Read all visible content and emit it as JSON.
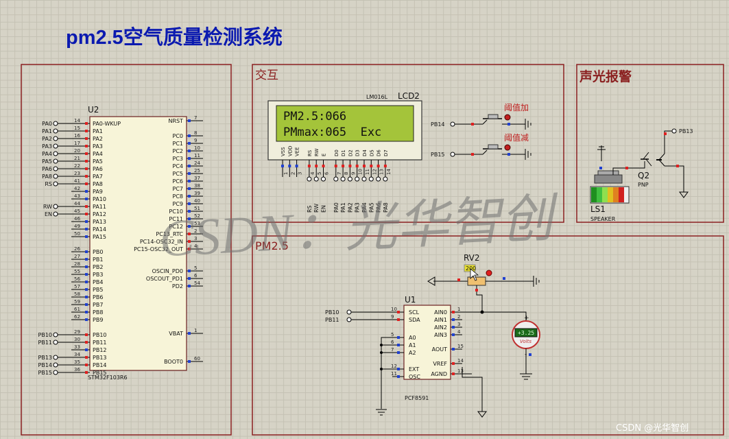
{
  "title": "pm2.5空气质量检测系统",
  "watermark": "CSDN：光华智创",
  "footer": "CSDN @光华智创",
  "panels": {
    "interaction": "交互",
    "alarm": "声光报警",
    "pm": "PM2.5"
  },
  "mcu": {
    "ref": "U2",
    "part": "STM32F103R6",
    "left_pins": [
      {
        "n": "14",
        "name": "PA0-WKUP",
        "net": "PA0"
      },
      {
        "n": "15",
        "name": "PA1",
        "net": "PA1"
      },
      {
        "n": "16",
        "name": "PA2",
        "net": "PA2"
      },
      {
        "n": "17",
        "name": "PA3",
        "net": "PA3"
      },
      {
        "n": "20",
        "name": "PA4",
        "net": "PA4"
      },
      {
        "n": "21",
        "name": "PA5",
        "net": "PA5"
      },
      {
        "n": "22",
        "name": "PA6",
        "net": "PA6"
      },
      {
        "n": "23",
        "name": "PA7",
        "net": "PA8"
      },
      {
        "n": "41",
        "name": "PA8",
        "net": "RS"
      },
      {
        "n": "42",
        "name": "PA9",
        "net": ""
      },
      {
        "n": "43",
        "name": "PA10",
        "net": ""
      },
      {
        "n": "44",
        "name": "PA11",
        "net": "RW"
      },
      {
        "n": "45",
        "name": "PA12",
        "net": "EN"
      },
      {
        "n": "46",
        "name": "PA13",
        "net": ""
      },
      {
        "n": "49",
        "name": "PA14",
        "net": ""
      },
      {
        "n": "50",
        "name": "PA15",
        "net": ""
      },
      {
        "n": "26",
        "name": "PB0",
        "net": ""
      },
      {
        "n": "27",
        "name": "PB1",
        "net": ""
      },
      {
        "n": "28",
        "name": "PB2",
        "net": ""
      },
      {
        "n": "55",
        "name": "PB3",
        "net": ""
      },
      {
        "n": "56",
        "name": "PB4",
        "net": ""
      },
      {
        "n": "57",
        "name": "PB5",
        "net": ""
      },
      {
        "n": "58",
        "name": "PB6",
        "net": ""
      },
      {
        "n": "59",
        "name": "PB7",
        "net": ""
      },
      {
        "n": "61",
        "name": "PB8",
        "net": ""
      },
      {
        "n": "62",
        "name": "PB9",
        "net": ""
      },
      {
        "n": "29",
        "name": "PB10",
        "net": "PB10"
      },
      {
        "n": "30",
        "name": "PB11",
        "net": "PB11"
      },
      {
        "n": "33",
        "name": "PB12",
        "net": ""
      },
      {
        "n": "34",
        "name": "PB13",
        "net": "PB13"
      },
      {
        "n": "35",
        "name": "PB14",
        "net": "PB14"
      },
      {
        "n": "36",
        "name": "PB15",
        "net": "PB15"
      }
    ],
    "right_pins": [
      {
        "n": "7",
        "name": "NRST"
      },
      {
        "n": "8",
        "name": "PC0"
      },
      {
        "n": "9",
        "name": "PC1"
      },
      {
        "n": "10",
        "name": "PC2"
      },
      {
        "n": "11",
        "name": "PC3"
      },
      {
        "n": "24",
        "name": "PC4"
      },
      {
        "n": "25",
        "name": "PC5"
      },
      {
        "n": "37",
        "name": "PC6"
      },
      {
        "n": "38",
        "name": "PC7"
      },
      {
        "n": "39",
        "name": "PC8"
      },
      {
        "n": "40",
        "name": "PC9"
      },
      {
        "n": "51",
        "name": "PC10"
      },
      {
        "n": "52",
        "name": "PC11"
      },
      {
        "n": "53",
        "name": "PC12"
      },
      {
        "n": "2",
        "name": "PC13_RTC"
      },
      {
        "n": "3",
        "name": "PC14-OSC32_IN"
      },
      {
        "n": "4",
        "name": "PC15-OSC32_OUT"
      },
      {
        "n": "5",
        "name": "OSCIN_PD0"
      },
      {
        "n": "6",
        "name": "OSCOUT_PD1"
      },
      {
        "n": "54",
        "name": "PD2"
      },
      {
        "n": "1",
        "name": "VBAT"
      },
      {
        "n": "60",
        "name": "BOOT0"
      }
    ]
  },
  "lcd": {
    "model": "LM016L",
    "ref": "LCD2",
    "line1": "PM2.5:066",
    "line2": "PMmax:065  Exc",
    "pins": [
      "VSS",
      "VDD",
      "VEE",
      "RS",
      "RW",
      "E",
      "D0",
      "D1",
      "D2",
      "D3",
      "D4",
      "D5",
      "D6",
      "D7"
    ],
    "pin_nums": [
      "1",
      "2",
      "3",
      "4",
      "5",
      "6",
      "7",
      "8",
      "9",
      "10",
      "11",
      "12",
      "13",
      "14"
    ],
    "nets": [
      "RS",
      "RW",
      "EN",
      "PA0",
      "PA1",
      "PA2",
      "PA3",
      "PA4",
      "PA5",
      "PA6",
      "PA8"
    ]
  },
  "buttons": [
    {
      "net": "PB14",
      "label": "阈值加"
    },
    {
      "net": "PB15",
      "label": "阈值减"
    }
  ],
  "alarm": {
    "transistor_ref": "Q2",
    "transistor_type": "PNP",
    "base_net": "PB13",
    "speaker_ref": "LS1",
    "speaker_type": "SPEAKER"
  },
  "adc": {
    "ref": "U1",
    "part": "PCF8591",
    "left_pins": [
      {
        "n": "10",
        "name": "SCL",
        "net": "PB10"
      },
      {
        "n": "9",
        "name": "SDA",
        "net": "PB11"
      },
      {
        "n": "5",
        "name": "A0"
      },
      {
        "n": "6",
        "name": "A1"
      },
      {
        "n": "7",
        "name": "A2"
      },
      {
        "n": "12",
        "name": "EXT"
      },
      {
        "n": "11",
        "name": "OSC"
      }
    ],
    "right_pins": [
      {
        "n": "1",
        "name": "AIN0"
      },
      {
        "n": "2",
        "name": "AIN1"
      },
      {
        "n": "3",
        "name": "AIN2"
      },
      {
        "n": "4",
        "name": "AIN3"
      },
      {
        "n": "15",
        "name": "AOUT"
      },
      {
        "n": "14",
        "name": "VREF"
      },
      {
        "n": "13",
        "name": "AGND"
      }
    ]
  },
  "pot": {
    "ref": "RV2",
    "value": "200"
  },
  "voltmeter": {
    "reading": "+3.25",
    "unit": "Volts"
  },
  "colors": {
    "border": "#8b2020",
    "wire": "#000000",
    "chip": "#f7f4d8",
    "lcd_bg": "#a4c43a",
    "pin_red": "#e02020",
    "pin_blue": "#2040d0",
    "title": "#0b1ab0"
  }
}
